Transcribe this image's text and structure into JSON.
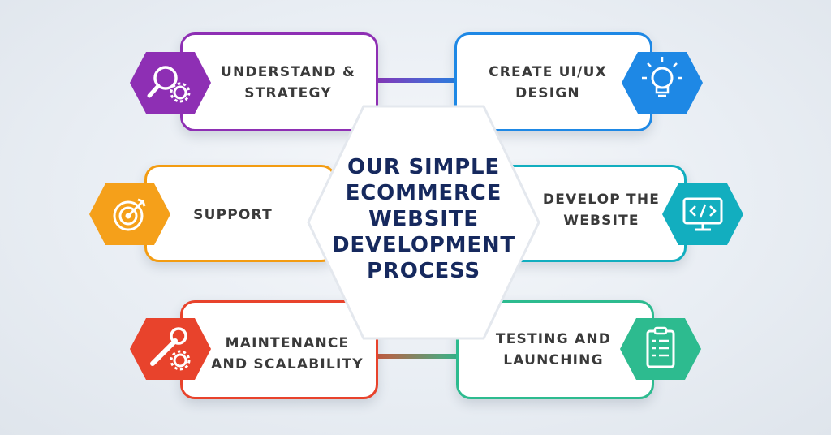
{
  "center": {
    "title": "OUR SIMPLE ECOMMERCE WEBSITE DEVELOPMENT PROCESS"
  },
  "steps": [
    {
      "label": "UNDERSTAND & STRATEGY",
      "icon": "magnifier-gear-icon",
      "color": "#8e2fb4"
    },
    {
      "label": "CREATE UI/UX DESIGN",
      "icon": "lightbulb-icon",
      "color": "#1e88e5"
    },
    {
      "label": "SUPPORT",
      "icon": "target-icon",
      "color": "#f39c12"
    },
    {
      "label": "DEVELOP THE WEBSITE",
      "icon": "code-monitor-icon",
      "color": "#12aebf"
    },
    {
      "label": "MAINTENANCE AND SCALABILITY",
      "icon": "wrench-gear-icon",
      "color": "#e8432c"
    },
    {
      "label": "TESTING AND LAUNCHING",
      "icon": "clipboard-checklist-icon",
      "color": "#2dbb8f"
    }
  ]
}
